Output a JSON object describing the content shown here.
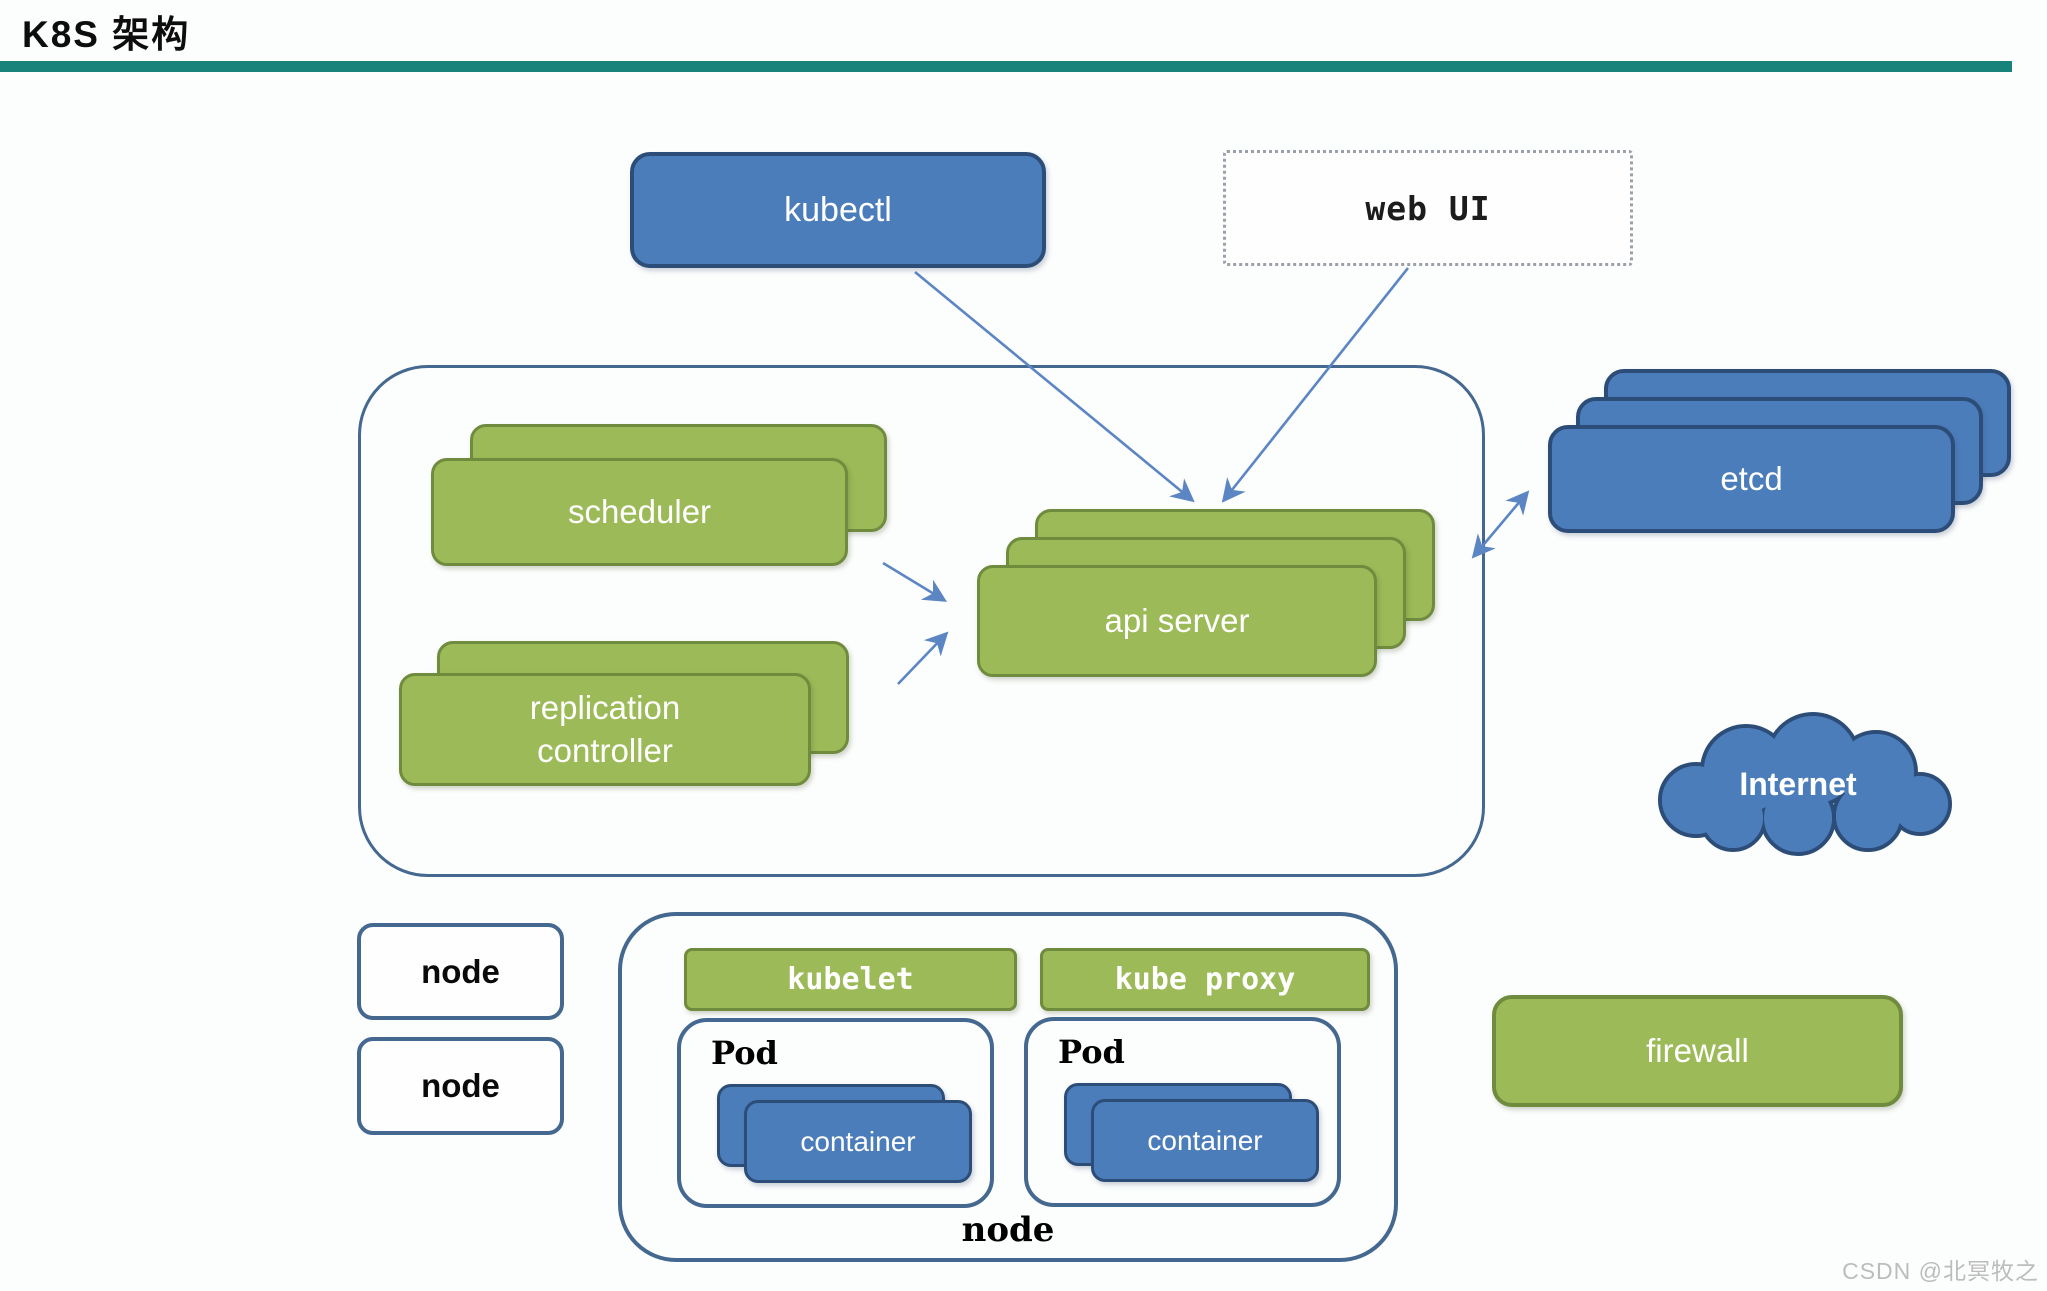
{
  "page": {
    "title": "K8S 架构",
    "watermark": "CSDN @北冥牧之"
  },
  "colors": {
    "page_bg": "#fcfdfd",
    "accent_teal": "#17837a",
    "box_blue": "#4c7dbb",
    "box_blue_border": "#2d4d79",
    "box_green": "#9cba57",
    "box_green_border": "#6f8b3e",
    "frame_blue": "#44688f",
    "arrow_blue": "#5b85c3"
  },
  "diagram": {
    "kubectl": {
      "label": "kubectl"
    },
    "web_ui": {
      "label": "web UI"
    },
    "control_plane": {
      "scheduler": {
        "label": "scheduler"
      },
      "replication_controller": {
        "label": "replication controller"
      },
      "api_server": {
        "label": "api server"
      }
    },
    "etcd": {
      "label": "etcd"
    },
    "internet": {
      "label": "Internet"
    },
    "firewall": {
      "label": "firewall"
    },
    "nodes_left": [
      {
        "label": "node"
      },
      {
        "label": "node"
      }
    ],
    "worker_node": {
      "kubelet": {
        "label": "kubelet"
      },
      "kube_proxy": {
        "label": "kube proxy"
      },
      "pods": [
        {
          "label": "Pod",
          "container": {
            "label": "container"
          }
        },
        {
          "label": "Pod",
          "container": {
            "label": "container"
          }
        }
      ],
      "node_label": "node"
    }
  }
}
